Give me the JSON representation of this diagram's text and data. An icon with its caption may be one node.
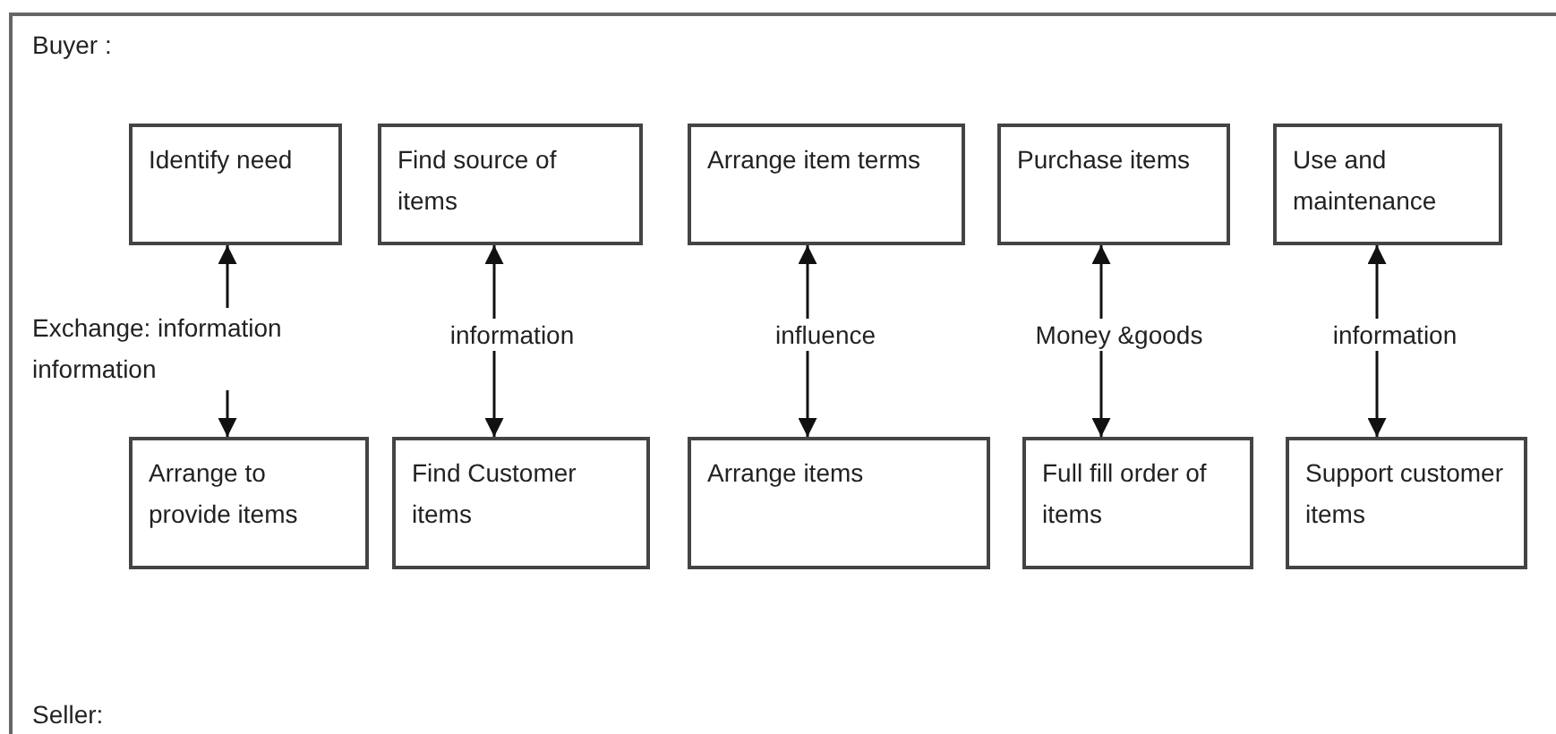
{
  "diagram": {
    "nodes": [
      {
        "text": [
          "Identify need"
        ]
      },
      {
        "text": [
          "Find source of items"
        ]
      },
      {
        "text": [
          "Arrange item terms"
        ]
      },
      {
        "text": [
          "Purchase items"
        ]
      },
      {
        "text": [
          "Use and maintenance"
        ]
      },
      {
        "text": [
          "Arrange to provide items"
        ]
      },
      {
        "text": [
          "Find Customer items"
        ]
      },
      {
        "text": [
          "Arrange items"
        ]
      },
      {
        "text": [
          "Full fill order of items"
        ]
      },
      {
        "text": [
          "Support customer items"
        ]
      }
    ],
    "edges": [
      {
        "from": 0,
        "to": 5,
        "arrow": "both"
      },
      {
        "from": 1,
        "to": 6,
        "arrow": "both",
        "label": "information"
      },
      {
        "from": 2,
        "to": 7,
        "arrow": "both",
        "label": "influence"
      },
      {
        "from": 3,
        "to": 8,
        "arrow": "both",
        "label": "Money &goods"
      },
      {
        "from": 4,
        "to": 9,
        "arrow": "both",
        "label": "information"
      }
    ],
    "labels": [
      "Buyer :",
      "Exchange: information information",
      "Seller:"
    ]
  }
}
